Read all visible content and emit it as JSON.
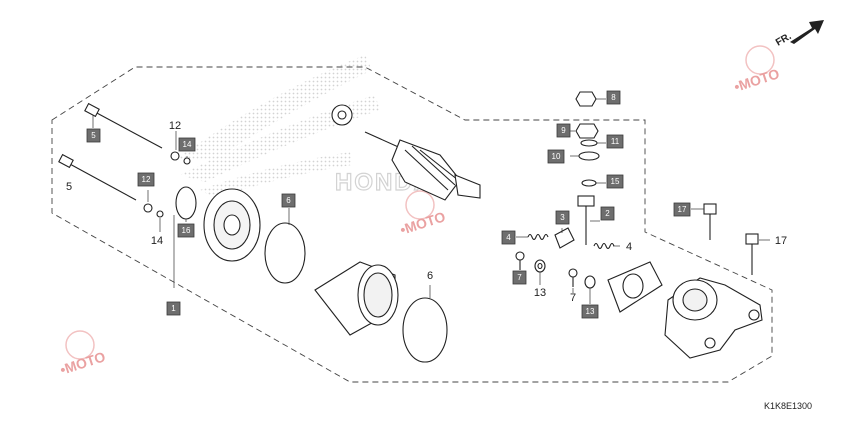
{
  "diagram": {
    "drawing_code": "K1K8E1300",
    "direction_label": "FR.",
    "colors": {
      "callout_fill": "#6e6e6e",
      "line": "#222222",
      "watermark": "#d9d9d9"
    },
    "callouts": [
      {
        "id": "c1",
        "label": "1",
        "boxed": true
      },
      {
        "id": "c2",
        "label": "2",
        "boxed": true
      },
      {
        "id": "c3",
        "label": "3",
        "boxed": true
      },
      {
        "id": "c4a",
        "label": "4",
        "boxed": true
      },
      {
        "id": "c4b",
        "label": "4",
        "boxed": false
      },
      {
        "id": "c5a",
        "label": "5",
        "boxed": true
      },
      {
        "id": "c5b",
        "label": "5",
        "boxed": false
      },
      {
        "id": "c6a",
        "label": "6",
        "boxed": true
      },
      {
        "id": "c6b",
        "label": "6",
        "boxed": false
      },
      {
        "id": "c7a",
        "label": "7",
        "boxed": true
      },
      {
        "id": "c7b",
        "label": "7",
        "boxed": false
      },
      {
        "id": "c8",
        "label": "8",
        "boxed": true
      },
      {
        "id": "c9",
        "label": "9",
        "boxed": true
      },
      {
        "id": "c10",
        "label": "10",
        "boxed": true
      },
      {
        "id": "c11",
        "label": "11",
        "boxed": true
      },
      {
        "id": "c12a",
        "label": "12",
        "boxed": true
      },
      {
        "id": "c12b",
        "label": "12",
        "boxed": false
      },
      {
        "id": "c13a",
        "label": "13",
        "boxed": true
      },
      {
        "id": "c13b",
        "label": "13",
        "boxed": false
      },
      {
        "id": "c14a",
        "label": "14",
        "boxed": true
      },
      {
        "id": "c14b",
        "label": "14",
        "boxed": false
      },
      {
        "id": "c15",
        "label": "15",
        "boxed": true
      },
      {
        "id": "c16",
        "label": "16",
        "boxed": true
      },
      {
        "id": "c17a",
        "label": "17",
        "boxed": true
      },
      {
        "id": "c17b",
        "label": "17",
        "boxed": false
      }
    ]
  }
}
